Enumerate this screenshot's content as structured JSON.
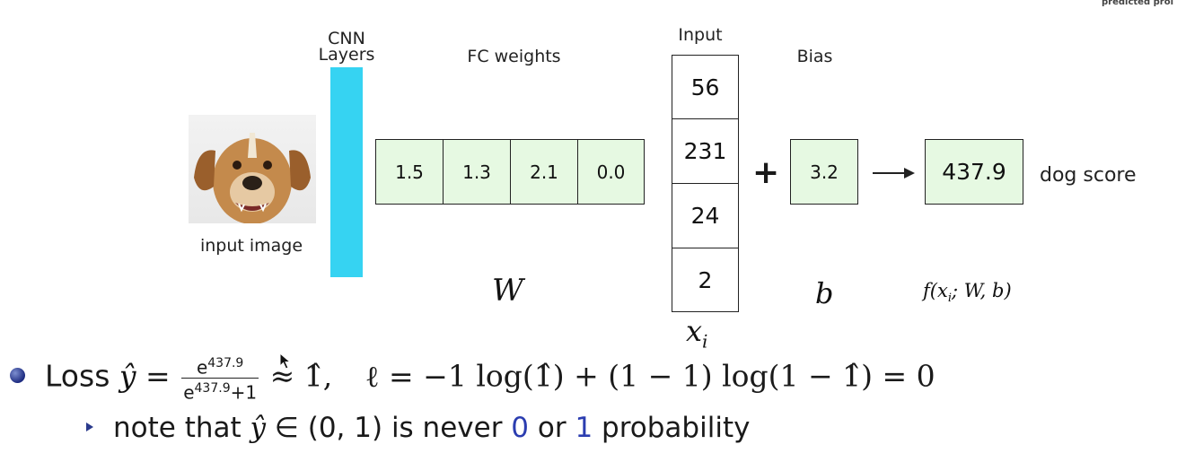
{
  "corner_text": "predicted prol",
  "diagram": {
    "cnn_label_line1": "CNN",
    "cnn_label_line2": "Layers",
    "input_image_label": "input image",
    "fc_label": "FC weights",
    "weights": [
      "1.5",
      "1.3",
      "2.1",
      "0.0"
    ],
    "W_label": "W",
    "input_label": "Input",
    "inputs": [
      "56",
      "231",
      "24",
      "2"
    ],
    "x_label_base": "x",
    "x_label_sub": "i",
    "plus": "+",
    "bias_label": "Bias",
    "bias_value": "3.2",
    "b_label": "b",
    "arrow": "⟶",
    "score_value": "437.9",
    "score_label": "dog score",
    "f_label": "f(x",
    "f_sub": "i",
    "f_rest": "; W, b)"
  },
  "bullets": {
    "loss_word": "Loss",
    "yhat": "ŷ",
    "eq": "=",
    "frac_num": "e437.9",
    "frac_num_base": "e",
    "frac_num_exp": "437.9",
    "frac_den_base": "e",
    "frac_den_exp": "437.9",
    "frac_den_tail": "+1",
    "approx": "≈",
    "approx_val": "1̂,",
    "loss_expr_a": "ℓ = −",
    "loss_expr_one": "1",
    "loss_expr_b": " log(1̂) + (1 − 1) log(1 − 1̂) = 0",
    "note_a": "note that ",
    "note_yhat": "ŷ",
    "note_in": " ∈ (0, 1) is never ",
    "note_zero": "0",
    "note_or": " or ",
    "note_one": "1",
    "note_end": " probability"
  },
  "colors": {
    "cnn_bar": "#36d3f2",
    "cell_fill": "#e6f9e2",
    "bullet_navy": "#26338a"
  }
}
